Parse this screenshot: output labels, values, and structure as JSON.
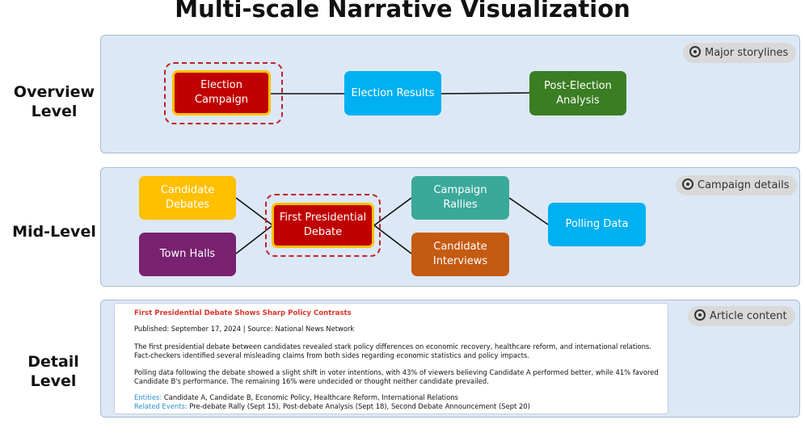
{
  "title": "Multi-scale Narrative Visualization",
  "levels": {
    "overview": {
      "label_line1": "Overview",
      "label_line2": "Level",
      "badge": "Major storylines",
      "nodes": {
        "election_campaign": "Election Campaign",
        "election_results": "Election Results",
        "post_election": "Post-Election Analysis"
      }
    },
    "mid": {
      "label": "Mid-Level",
      "badge": "Campaign details",
      "nodes": {
        "candidate_debates": "Candidate Debates",
        "town_halls": "Town Halls",
        "first_debate": "First Presidential Debate",
        "campaign_rallies": "Campaign Rallies",
        "candidate_interviews": "Candidate Interviews",
        "polling_data": "Polling Data"
      }
    },
    "detail": {
      "label": "Detail Level",
      "badge": "Article content",
      "article": {
        "headline": "First Presidential Debate Shows Sharp Policy Contrasts",
        "meta": "Published: September 17, 2024 | Source: National News Network",
        "para1": "The first presidential debate between candidates revealed stark policy differences on economic recovery, healthcare reform, and international relations. Fact-checkers identified several misleading claims from both sides regarding economic statistics and policy impacts.",
        "para2": "Polling data following the debate showed a slight shift in voter intentions, with 43% of viewers believing Candidate A performed better, while 41% favored Candidate B's performance. The remaining 16% were undecided or thought neither candidate prevailed.",
        "entities_key": "Entities:",
        "entities_val": "Candidate A, Candidate B, Economic Policy, Healthcare Reform, International Relations",
        "events_key": "Related Events:",
        "events_val": "Pre-debate Rally (Sept 15), Post-debate Analysis (Sept 18), Second Debate Announcement (Sept 20)"
      }
    }
  },
  "colors": {
    "panel_bg": "#dce8f5",
    "red": "#c00000",
    "blue": "#00b0f0",
    "green": "#3a7d22",
    "amber": "#ffc000",
    "purple": "#782170",
    "teal": "#3aa99a",
    "orange": "#c55a11",
    "highlight_border": "#ffc000",
    "dash": "#c0202a"
  }
}
